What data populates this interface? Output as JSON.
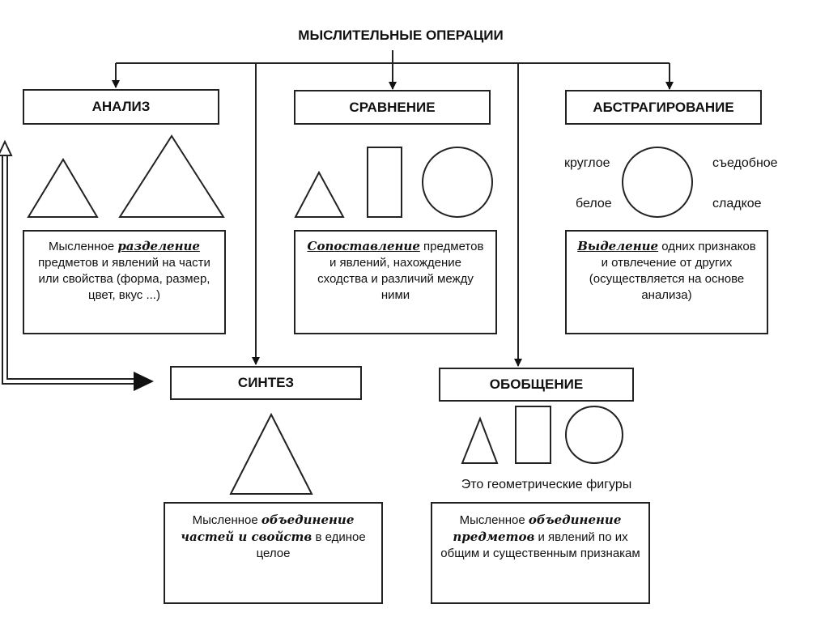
{
  "title": "МЫСЛИТЕЛЬНЫЕ ОПЕРАЦИИ",
  "operations": {
    "analysis": {
      "heading": "АНАЛИЗ",
      "desc_before": "Мысленное ",
      "desc_term": "разделение",
      "desc_after": " предметов и явлений на части или свойства (форма, размер, цвет, вкус ...)"
    },
    "comparison": {
      "heading": "СРАВНЕНИЕ",
      "desc_term": "Сопоставление",
      "desc_after": " предметов и явлений, нахождение сходства и различий между ними"
    },
    "abstraction": {
      "heading": "АБСТРАГИРОВАНИЕ",
      "labels": [
        "круглое",
        "съедобное",
        "белое",
        "сладкое"
      ],
      "desc_term": "Выделение",
      "desc_after": " одних признаков и отвлечение от других (осуществляется на основе анализа)"
    },
    "synthesis": {
      "heading": "СИНТЕЗ",
      "desc_before": "Мысленное ",
      "desc_term": "объединение частей и свойств",
      "desc_after": " в единое целое"
    },
    "generalization": {
      "heading": "ОБОБЩЕНИЕ",
      "caption": "Это геометрические фигуры",
      "desc_before": "Мысленное ",
      "desc_term": "объединение предметов",
      "desc_after": " и явлений по их общим и существенным признакам"
    }
  }
}
